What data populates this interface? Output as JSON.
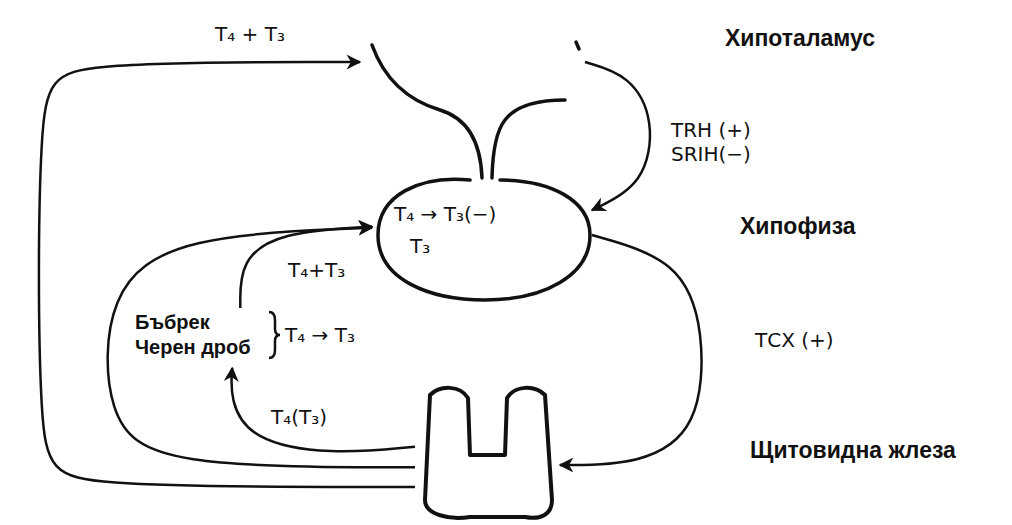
{
  "diagram": {
    "nodes": [
      {
        "text": [
          "Хипоталамус"
        ]
      },
      {
        "text": [
          "Хипофиза",
          "T₄ → T₃(−)",
          "T₃"
        ]
      },
      {
        "text": [
          "Бъбрек Черен дроб",
          "T₄ → T₃"
        ]
      },
      {
        "text": [
          "Щитовидна жлеза"
        ]
      }
    ],
    "edges": [
      {
        "from": 3,
        "to": 0,
        "label": "T₄ + T₃",
        "arrow": "to"
      },
      {
        "from": 0,
        "to": 1,
        "label": "TRH (+) SRIH(−)",
        "arrow": "to"
      },
      {
        "from": 1,
        "to": 3,
        "label": "ТСХ (+)",
        "arrow": "to"
      },
      {
        "from": 3,
        "to": 1,
        "arrow": "to"
      },
      {
        "from": 3,
        "to": 2,
        "label": "T₄(T₃)",
        "arrow": "to"
      },
      {
        "from": 2,
        "to": 1,
        "label": "T₄+T₃",
        "arrow": "to"
      }
    ]
  }
}
